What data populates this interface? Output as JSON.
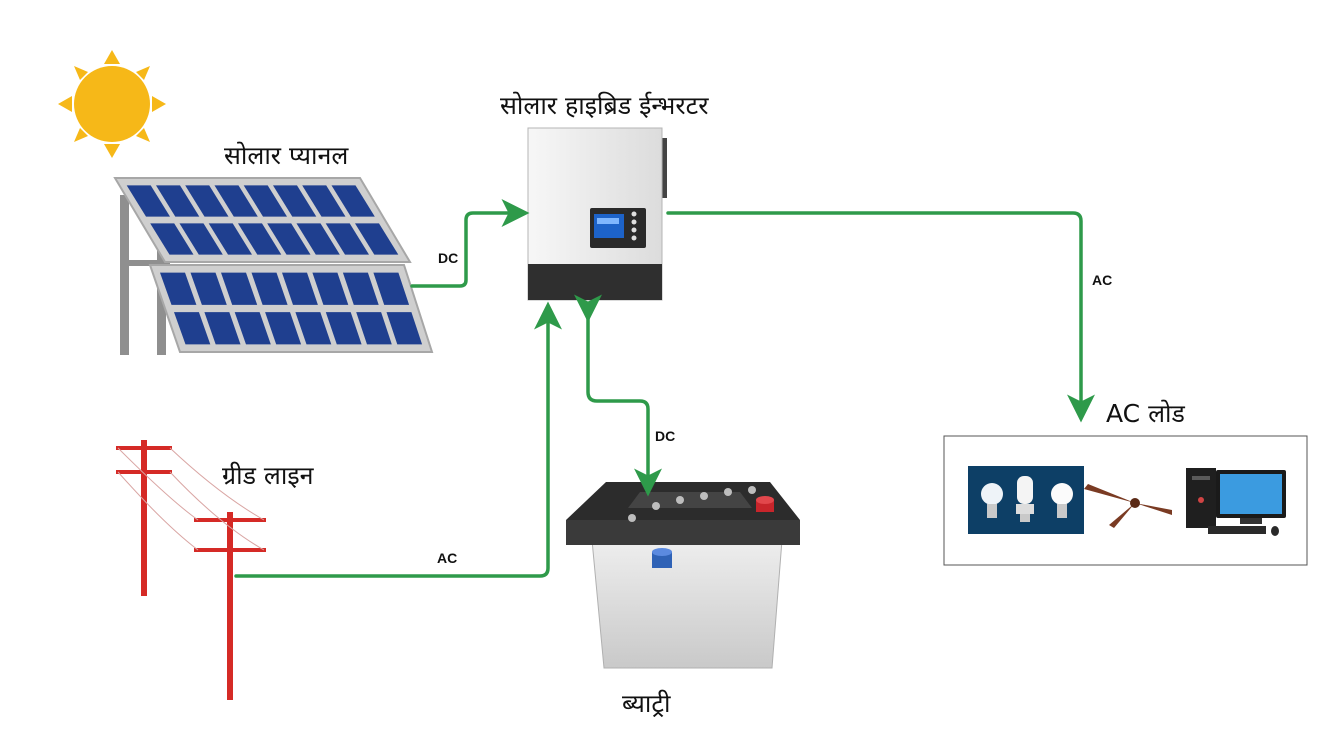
{
  "labels": {
    "inverter": "सोलार हाइब्रिड ईन्भरटर",
    "solar_panel": "सोलार प्यानल",
    "grid_line": "ग्रीड लाइन",
    "battery": "ब्याट्री",
    "ac_load": "AC लोड"
  },
  "flows": {
    "panel_to_inverter": "DC",
    "battery_link": "DC",
    "inverter_to_load": "AC",
    "grid_to_inverter": "AC"
  },
  "colors": {
    "flow_line": "#2e9a4a",
    "panel_cell": "#1f3f8f",
    "sun": "#f6b818",
    "grid_pole": "#d52a26",
    "inverter_body": "#ececec",
    "inverter_base": "#2f2f2f",
    "battery_case": "#dcdcdc",
    "battery_lid": "#2c2c2c",
    "terminal_positive": "#c8252b",
    "terminal_negative": "#2f62b6",
    "load_tile": "#0d3f66"
  },
  "icons": [
    "sun-icon",
    "solar-panel-icon",
    "inverter-icon",
    "grid-pole-icon",
    "battery-icon",
    "bulb-icon",
    "cfl-bulb-icon",
    "led-bulb-icon",
    "ceiling-fan-icon",
    "computer-icon"
  ]
}
